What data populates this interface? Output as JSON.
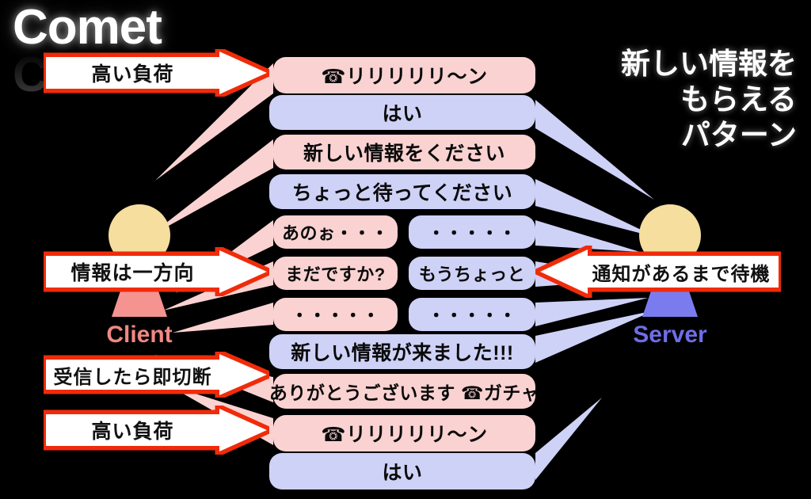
{
  "title": {
    "text": "Comet"
  },
  "right_heading": {
    "line1": "新しい情報を",
    "line2": "もらえる",
    "line3": "パターン"
  },
  "actors": {
    "client": {
      "label": "Client",
      "head_color": "#F6DE9E",
      "body_color": "#F59391",
      "label_color": "#F08883"
    },
    "server": {
      "label": "Server",
      "head_color": "#F6DE9E",
      "body_color": "#7B7BF0",
      "label_color": "#6E6EE8"
    }
  },
  "colors": {
    "background": "#000000",
    "bubble_pink": "#FAD2D2",
    "bubble_blue": "#CFD2F7",
    "arrow_outline": "#F02B0A",
    "arrow_fill": "#FFFFFF",
    "title_white": "#FFFFFF"
  },
  "arrows": [
    {
      "id": "high-load-top",
      "label": "高い負荷",
      "direction": "right"
    },
    {
      "id": "one-way-info",
      "label": "情報は一方向",
      "direction": "right"
    },
    {
      "id": "wait-for-notice",
      "label": "通知があるまで待機",
      "direction": "left"
    },
    {
      "id": "disconnect-on-recv",
      "label": "受信したら即切断",
      "direction": "right"
    },
    {
      "id": "high-load-bottom",
      "label": "高い負荷",
      "direction": "right"
    }
  ],
  "messages": [
    {
      "id": "m1",
      "side": "client",
      "text": "☎リリリリリ〜ン",
      "row": 0,
      "column": "full"
    },
    {
      "id": "m2",
      "side": "server",
      "text": "はい",
      "row": 1,
      "column": "full"
    },
    {
      "id": "m3",
      "side": "client",
      "text": "新しい情報をください",
      "row": 2,
      "column": "full"
    },
    {
      "id": "m4",
      "side": "server",
      "text": "ちょっと待ってください",
      "row": 3,
      "column": "full"
    },
    {
      "id": "m5",
      "side": "client",
      "text": "あのぉ・・・",
      "row": 4,
      "column": "left"
    },
    {
      "id": "m6",
      "side": "server",
      "text": "・・・・・",
      "row": 4,
      "column": "right"
    },
    {
      "id": "m7",
      "side": "client",
      "text": "まだですか?",
      "row": 5,
      "column": "left"
    },
    {
      "id": "m8",
      "side": "server",
      "text": "もうちょっと",
      "row": 5,
      "column": "right"
    },
    {
      "id": "m9",
      "side": "client",
      "text": "・・・・・",
      "row": 6,
      "column": "left"
    },
    {
      "id": "m10",
      "side": "server",
      "text": "・・・・・",
      "row": 6,
      "column": "right"
    },
    {
      "id": "m11",
      "side": "server",
      "text": "新しい情報が来ました!!!",
      "row": 7,
      "column": "full"
    },
    {
      "id": "m12",
      "side": "client",
      "text": "ありがとうございます ☎ガチャ",
      "row": 8,
      "column": "full"
    },
    {
      "id": "m13",
      "side": "client",
      "text": "☎リリリリリ〜ン",
      "row": 9,
      "column": "full"
    },
    {
      "id": "m14",
      "side": "server",
      "text": "はい",
      "row": 10,
      "column": "full"
    }
  ]
}
